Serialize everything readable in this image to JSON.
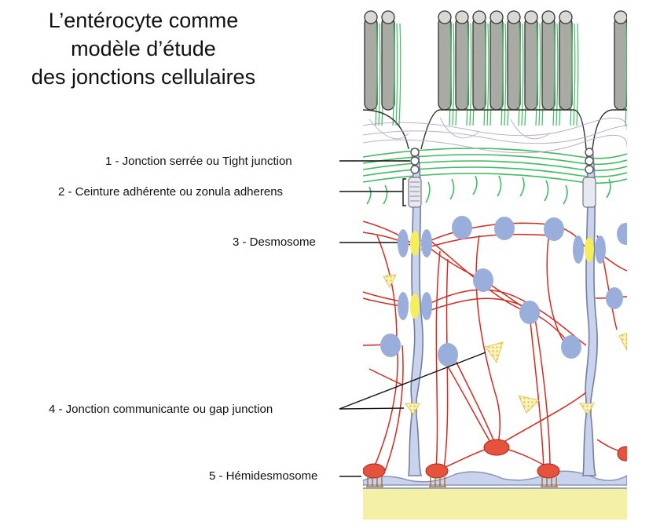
{
  "title_lines": [
    "L’entérocyte comme",
    "modèle d’étude",
    "des jonctions cellulaires"
  ],
  "labels": [
    "1 - Jonction serrée ou Tight junction",
    "2 - Ceinture adhérente ou zonula adherens",
    "3 - Desmosome",
    "4 - Jonction communicante ou gap junction",
    "5 - Hémidesmosome"
  ],
  "colors": {
    "microvillus": "#a9aaa3",
    "actin": "#3dbd5f",
    "keratin": "#d42a1f",
    "desmosome_plaque": "#9aaedb",
    "membrane": "#c9d3ec",
    "adhesion_core": "#f4ee5a",
    "gap_junction": "#f3dc6a",
    "basal_lamina": "#f4f1a6",
    "hemidesmosome": "#e5533d"
  }
}
